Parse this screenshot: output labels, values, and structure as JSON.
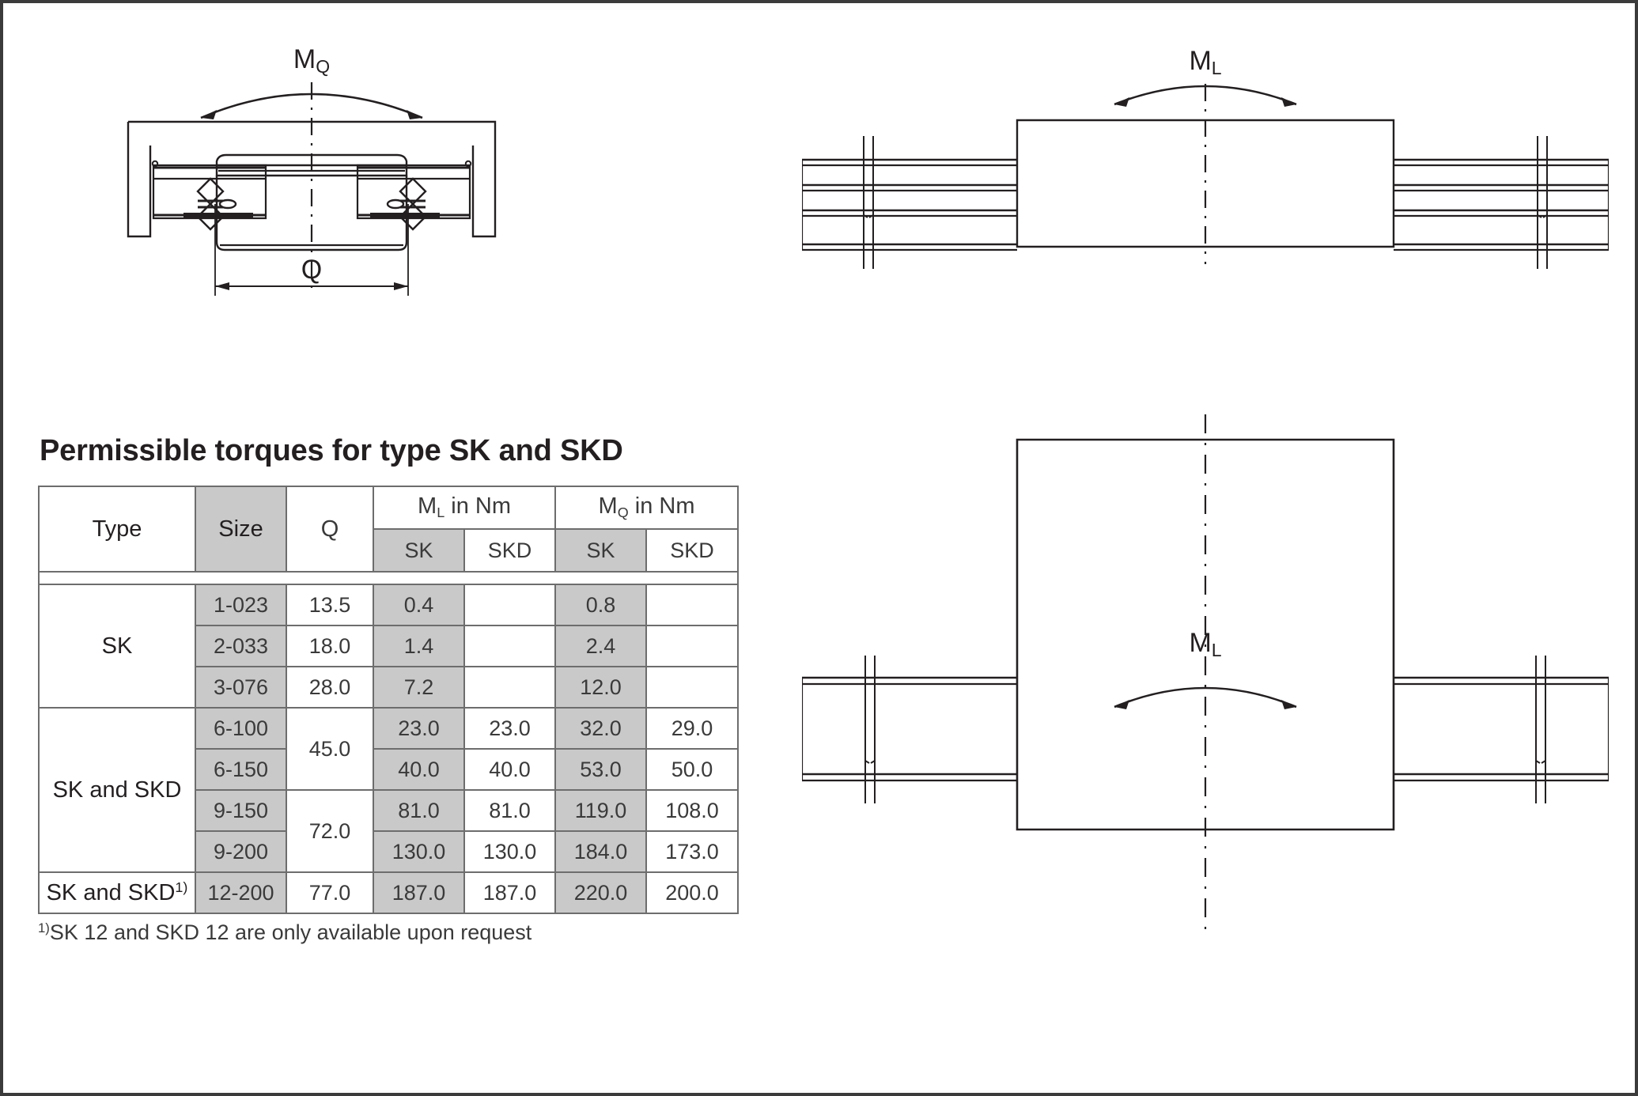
{
  "drawings": {
    "top_left": {
      "name": "carriage-cross-section-mq",
      "moment_label": "M",
      "moment_subscript": "Q",
      "dimension_label": "Q"
    },
    "top_right": {
      "name": "rail-side-view-ml",
      "moment_label": "M",
      "moment_subscript": "L"
    },
    "bottom_right": {
      "name": "rail-top-view-ml",
      "moment_label": "M",
      "moment_subscript": "L"
    }
  },
  "table": {
    "title": "Permissible torques for type SK and SKD",
    "headers": {
      "type": "Type",
      "size": "Size",
      "q": "Q",
      "ml_group": "M",
      "ml_group_sub": "L",
      "ml_group_unit": " in Nm",
      "mq_group": "M",
      "mq_group_sub": "Q",
      "mq_group_unit": " in Nm",
      "sk": "SK",
      "skd": "SKD"
    },
    "groups": [
      {
        "type": "SK",
        "type_footnote": "",
        "rows": [
          {
            "size": "1-023",
            "q": "13.5",
            "ml_sk": "0.4",
            "ml_skd": "",
            "mq_sk": "0.8",
            "mq_skd": ""
          },
          {
            "size": "2-033",
            "q": "18.0",
            "ml_sk": "1.4",
            "ml_skd": "",
            "mq_sk": "2.4",
            "mq_skd": ""
          },
          {
            "size": "3-076",
            "q": "28.0",
            "ml_sk": "7.2",
            "ml_skd": "",
            "mq_sk": "12.0",
            "mq_skd": ""
          }
        ]
      },
      {
        "type": "SK and SKD",
        "type_footnote": "",
        "rows": [
          {
            "size": "6-100",
            "q": "45.0",
            "ml_sk": "23.0",
            "ml_skd": "23.0",
            "mq_sk": "32.0",
            "mq_skd": "29.0"
          },
          {
            "size": "6-150",
            "q": "",
            "ml_sk": "40.0",
            "ml_skd": "40.0",
            "mq_sk": "53.0",
            "mq_skd": "50.0"
          },
          {
            "size": "9-150",
            "q": "72.0",
            "ml_sk": "81.0",
            "ml_skd": "81.0",
            "mq_sk": "119.0",
            "mq_skd": "108.0"
          },
          {
            "size": "9-200",
            "q": "",
            "ml_sk": "130.0",
            "ml_skd": "130.0",
            "mq_sk": "184.0",
            "mq_skd": "173.0"
          }
        ]
      },
      {
        "type": "SK and SKD",
        "type_footnote": "1)",
        "rows": [
          {
            "size": "12-200",
            "q": "77.0",
            "ml_sk": "187.0",
            "ml_skd": "187.0",
            "mq_sk": "220.0",
            "mq_skd": "200.0"
          }
        ]
      }
    ],
    "footnote_marker": "1)",
    "footnote_text": "SK 12 and SKD 12 are only available upon request"
  },
  "chart_data": {
    "type": "table",
    "title": "Permissible torques for type SK and SKD",
    "columns": [
      "Type",
      "Size",
      "Q",
      "ML in Nm (SK)",
      "ML in Nm (SKD)",
      "MQ in Nm (SK)",
      "MQ in Nm (SKD)"
    ],
    "rows": [
      [
        "SK",
        "1-023",
        13.5,
        0.4,
        null,
        0.8,
        null
      ],
      [
        "SK",
        "2-033",
        18.0,
        1.4,
        null,
        2.4,
        null
      ],
      [
        "SK",
        "3-076",
        28.0,
        7.2,
        null,
        12.0,
        null
      ],
      [
        "SK and SKD",
        "6-100",
        45.0,
        23.0,
        23.0,
        32.0,
        29.0
      ],
      [
        "SK and SKD",
        "6-150",
        45.0,
        40.0,
        40.0,
        53.0,
        50.0
      ],
      [
        "SK and SKD",
        "9-150",
        72.0,
        81.0,
        81.0,
        119.0,
        108.0
      ],
      [
        "SK and SKD",
        "9-200",
        72.0,
        130.0,
        130.0,
        184.0,
        173.0
      ],
      [
        "SK and SKD 1)",
        "12-200",
        77.0,
        187.0,
        187.0,
        220.0,
        200.0
      ]
    ],
    "notes": [
      "1) SK 12 and SKD 12 are only available upon request"
    ]
  },
  "colors": {
    "shade": "#c9c9c9",
    "border": "#6d6d6d",
    "text": "#231f20",
    "line": "#231f20",
    "page_border": "#3b3b3b"
  }
}
